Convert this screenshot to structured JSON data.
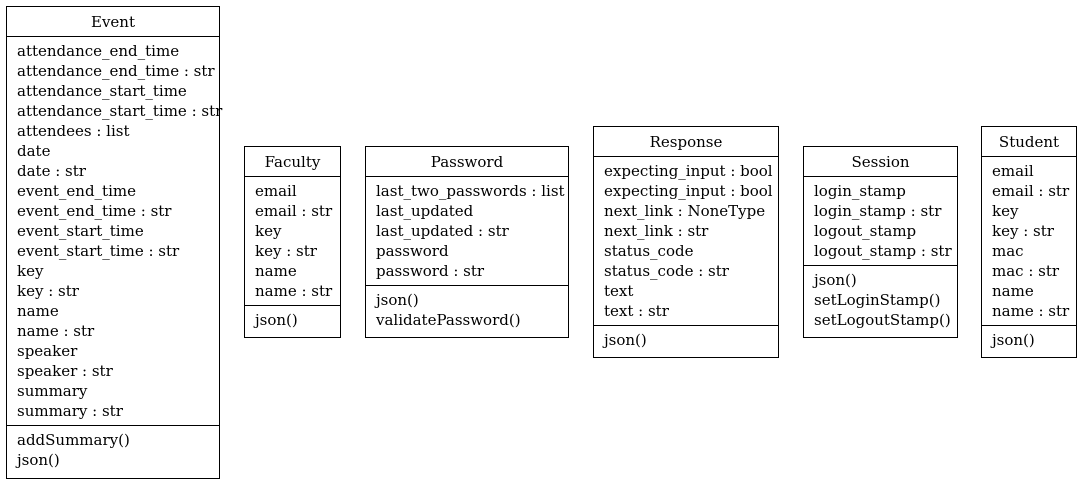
{
  "classes": {
    "event": {
      "name": "Event",
      "attributes": [
        "attendance_end_time",
        "attendance_end_time : str",
        "attendance_start_time",
        "attendance_start_time : str",
        "attendees : list",
        "date",
        "date : str",
        "event_end_time",
        "event_end_time : str",
        "event_start_time",
        "event_start_time : str",
        "key",
        "key : str",
        "name",
        "name : str",
        "speaker",
        "speaker : str",
        "summary",
        "summary : str"
      ],
      "methods": [
        "addSummary()",
        "json()"
      ]
    },
    "faculty": {
      "name": "Faculty",
      "attributes": [
        "email",
        "email : str",
        "key",
        "key : str",
        "name",
        "name : str"
      ],
      "methods": [
        "json()"
      ]
    },
    "password": {
      "name": "Password",
      "attributes": [
        "last_two_passwords : list",
        "last_updated",
        "last_updated : str",
        "password",
        "password : str"
      ],
      "methods": [
        "json()",
        "validatePassword()"
      ]
    },
    "response": {
      "name": "Response",
      "attributes": [
        "expecting_input : bool",
        "expecting_input : bool",
        "next_link : NoneType",
        "next_link : str",
        "status_code",
        "status_code : str",
        "text",
        "text : str"
      ],
      "methods": [
        "json()"
      ]
    },
    "session": {
      "name": "Session",
      "attributes": [
        "login_stamp",
        "login_stamp : str",
        "logout_stamp",
        "logout_stamp : str"
      ],
      "methods": [
        "json()",
        "setLoginStamp()",
        "setLogoutStamp()"
      ]
    },
    "student": {
      "name": "Student",
      "attributes": [
        "email",
        "email : str",
        "key",
        "key : str",
        "mac",
        "mac : str",
        "name",
        "name : str"
      ],
      "methods": [
        "json()"
      ]
    }
  }
}
